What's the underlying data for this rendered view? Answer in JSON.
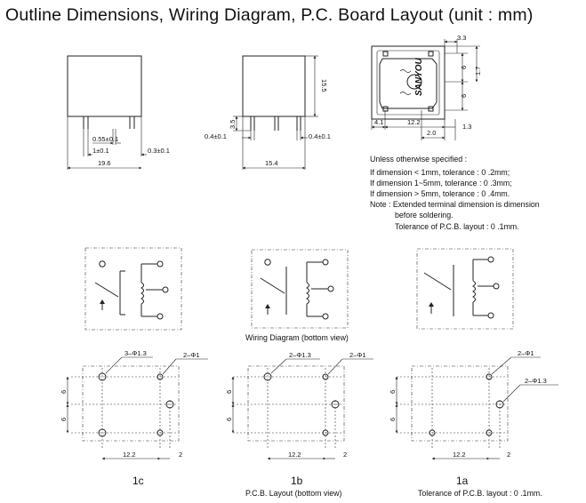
{
  "title": "Outline Dimensions, Wiring Diagram, P.C. Board Layout (unit : mm)",
  "outline": {
    "front": {
      "d_055": "0.55±0.1",
      "d_1": "1±0.1",
      "d_03": "0.3±0.1",
      "d_196": "19.6"
    },
    "side": {
      "d_155": "15.5",
      "d_35": "3.5",
      "d_04a": "0.4±0.1",
      "d_04b": "0.4±0.1",
      "d_154": "15.4"
    },
    "top": {
      "d_33": "3.3",
      "d_17": "1.7",
      "d_6a": "6",
      "d_6b": "6",
      "d_41": "4.1",
      "d_122": "12.2",
      "d_13": "1.3",
      "d_20": "2.0",
      "brand": "SANYOU"
    }
  },
  "notes": {
    "line1": "Unless otherwise specified :",
    "line2": "If dimension  < 1mm, tolerance :  0 .2mm;",
    "line3": "If dimension 1~5mm, tolerance :  0 .3mm;",
    "line4": "If dimension  > 5mm, tolerance :  0 .4mm.",
    "line5": "Note : Extended terminal dimension is dimension",
    "line6": "before soldering.",
    "line7": "Tolerance of P.C.B. layout :  0 .1mm."
  },
  "wiring": {
    "caption": "Wiring Diagram (bottom view)"
  },
  "pcb": {
    "c": {
      "hole_a": "3–Φ1.3",
      "hole_b": "2–Φ1",
      "d6a": "6",
      "d6b": "6",
      "d122": "12.2",
      "d2": "2",
      "label": "1c"
    },
    "b": {
      "hole_a": "2–Φ1.3",
      "hole_b": "2–Φ1",
      "d6a": "6",
      "d6b": "6",
      "d122": "12.2",
      "d2": "2",
      "label": "1b"
    },
    "a": {
      "hole_a": "2–Φ1",
      "hole_b": "2–Φ1.3",
      "d6a": "6",
      "d6b": "6",
      "d122": "12.2",
      "d2": "2",
      "label": "1a"
    },
    "caption": "P.C.B. Layout (bottom view)",
    "tolerance": "Tolerance of P.C.B. layout :  0 .1mm."
  }
}
